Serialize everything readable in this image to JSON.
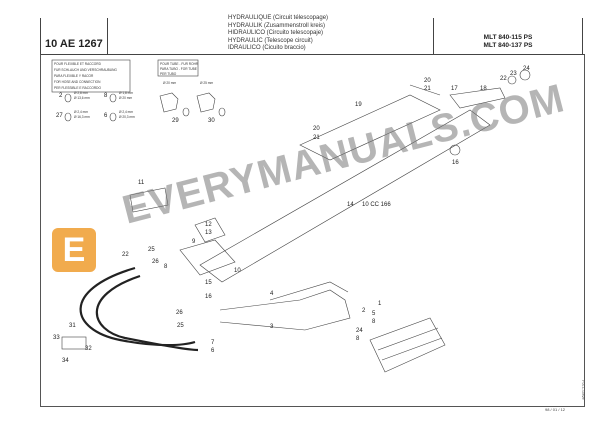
{
  "header": {
    "reference": "10 AE 1267",
    "titles": [
      "HYDRAULIQUE (Circuit télescopage)",
      "HYDRAULIK (Zusammenstroll kreis)",
      "HIDRAULICO (Circuito telescopaje)",
      "HYDRAULIC (Telescope circuit)",
      "IDRAULICO (Cicuito braccio)"
    ],
    "models": [
      "MLT 840-115 PS",
      "MLT 840-137 PS"
    ]
  },
  "legend_hose": {
    "lines": [
      "POUR FLEXIBLE ET RACCORD",
      "FUR SCHLAUCH UND VERSCHRAUBUNG",
      "PARA FLEXIBLE Y RACOR",
      "FOR HOSE AND CONNECTION",
      "PER FLESSIBLE E RACCORDO"
    ],
    "items": [
      {
        "num": "2",
        "d1": "Ø 2,8 mm",
        "d2": "Ø 13,6 mm"
      },
      {
        "num": "8",
        "d1": "Ø 1,8 mm",
        "d2": "Ø 20 mm"
      },
      {
        "num": "27",
        "d1": "Ø 2,4 mm",
        "d2": "Ø 16,3 mm"
      },
      {
        "num": "6",
        "d1": "Ø 2,4 mm",
        "d2": "Ø 20,3 mm"
      }
    ]
  },
  "legend_tube": {
    "lines": [
      "POUR TUBE - FUR ROHR",
      "PARA TUBO - FOR TUBE",
      "PER TUBO"
    ],
    "items": [
      {
        "num": "29",
        "size": "Ø 20 mm"
      },
      {
        "num": "30",
        "size": "Ø 25 mm"
      }
    ]
  },
  "callouts": [
    "24",
    "23",
    "22",
    "18",
    "17",
    "20",
    "21",
    "19",
    "20",
    "21",
    "16",
    "14",
    "11",
    "12",
    "13",
    "9",
    "10",
    "22",
    "25",
    "26",
    "8",
    "15",
    "16",
    "4",
    "5",
    "8",
    "3",
    "26",
    "25",
    "7",
    "6",
    "24",
    "8",
    "31",
    "32",
    "33",
    "34",
    "1",
    "2"
  ],
  "cylinder_ref": "10 CC 166",
  "watermark": "EVERYMANUALS.COM",
  "watermark_logo": "E",
  "footer_code": "98 / 01 / 12",
  "side_code": "P.A.L.Dave",
  "colors": {
    "watermark_logo": "#f0a23a",
    "line": "#444444"
  }
}
